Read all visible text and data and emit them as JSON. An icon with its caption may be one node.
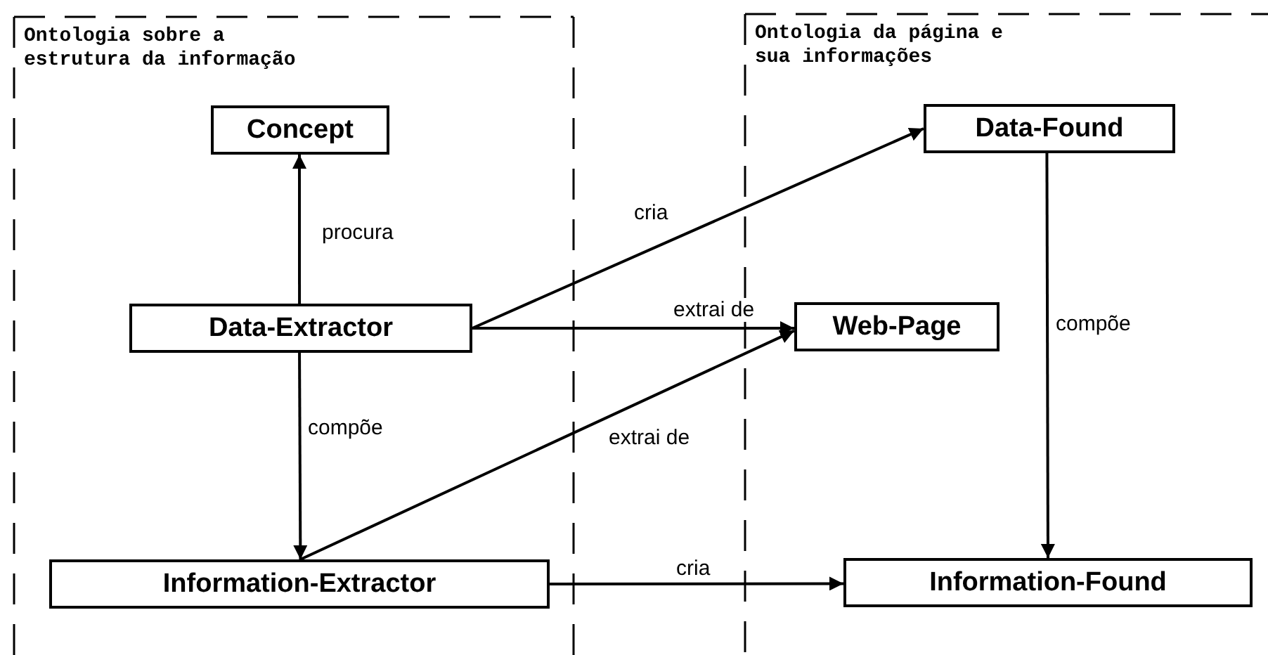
{
  "diagram": {
    "nodes": [
      {
        "text": [
          "Ontologia sobre a estrutura da informação"
        ]
      },
      {
        "text": [
          "Concept"
        ],
        "in": 0
      },
      {
        "text": [
          "Data-Extractor"
        ],
        "in": 0
      },
      {
        "text": [
          "Information-Extractor"
        ],
        "in": 0
      },
      {
        "text": [
          "Ontologia da página e sua informações"
        ]
      },
      {
        "text": [
          "Data-Found"
        ],
        "in": 4
      },
      {
        "text": [
          "Web-Page"
        ],
        "in": 4
      },
      {
        "text": [
          "Information-Found"
        ],
        "in": 4
      }
    ],
    "edges": [
      {
        "from": 2,
        "to": 1,
        "label": "procura",
        "arrow": "to"
      },
      {
        "from": 2,
        "to": 3,
        "label": "compõe",
        "arrow": "to"
      },
      {
        "from": 2,
        "to": 5,
        "label": "cria",
        "arrow": "to"
      },
      {
        "from": 2,
        "to": 6,
        "label": "extrai de",
        "arrow": "to"
      },
      {
        "from": 3,
        "to": 6,
        "label": "extrai de",
        "arrow": "to"
      },
      {
        "from": 3,
        "to": 7,
        "label": "cria",
        "arrow": "to"
      },
      {
        "from": 5,
        "to": 7,
        "label": "compõe",
        "arrow": "to"
      }
    ]
  }
}
